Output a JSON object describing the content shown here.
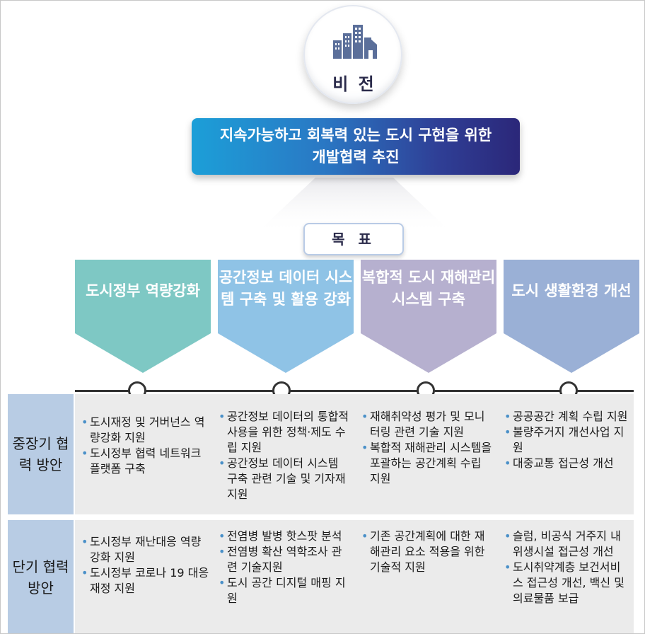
{
  "vision": {
    "title": "비 전",
    "icon": "city-buildings-icon",
    "statement_line1": "지속가능하고 회복력 있는 도시 구현을 위한",
    "statement_line2": "개발협력 추진"
  },
  "goals": {
    "header": "목 표",
    "items": [
      {
        "label": "도시정부 역량강화",
        "color": "#7ec8c4"
      },
      {
        "label": "공간정보 데이터 시스템 구축 및 활용 강화",
        "color": "#8fc3e6"
      },
      {
        "label": "복합적 도시 재해관리 시스템 구축",
        "color": "#b6b0cf"
      },
      {
        "label": "도시 생활환경 개선",
        "color": "#9ab0d6"
      }
    ]
  },
  "rows": [
    {
      "label": "중장기 협력 방안",
      "cells": [
        [
          "도시재정 및 거버넌스 역량강화 지원",
          "도시정부 협력 네트워크 플랫폼 구축"
        ],
        [
          "공간정보 데이터의 통합적 사용을 위한 정책·제도 수립 지원",
          "공간정보 데이터 시스템 구축 관련 기술 및 기자재 지원"
        ],
        [
          "재해취약성 평가 및 모니터링 관련 기술 지원",
          "복합적 재해관리 시스템을 포괄하는 공간계획 수립 지원"
        ],
        [
          "공공공간 계획 수립 지원",
          "불량주거지 개선사업 지원",
          "대중교통 접근성 개선"
        ]
      ]
    },
    {
      "label": "단기 협력 방안",
      "cells": [
        [
          "도시정부 재난대응 역량강화 지원",
          "도시정부 코로나 19 대응 재정 지원"
        ],
        [
          "전염병 발병 핫스팟 분석",
          "전염병 확산 역학조사 관련 기술지원",
          "도시 공간 디지털 매핑 지원"
        ],
        [
          "기존 공간계획에 대한 재해관리 요소 적용을 위한 기술적 지원"
        ],
        [
          "슬럼, 비공식 거주지 내 위생시설 접근성 개선",
          "도시취약계층 보건서비스 접근성 개선, 백신 및 의료물품 보급"
        ]
      ]
    }
  ]
}
